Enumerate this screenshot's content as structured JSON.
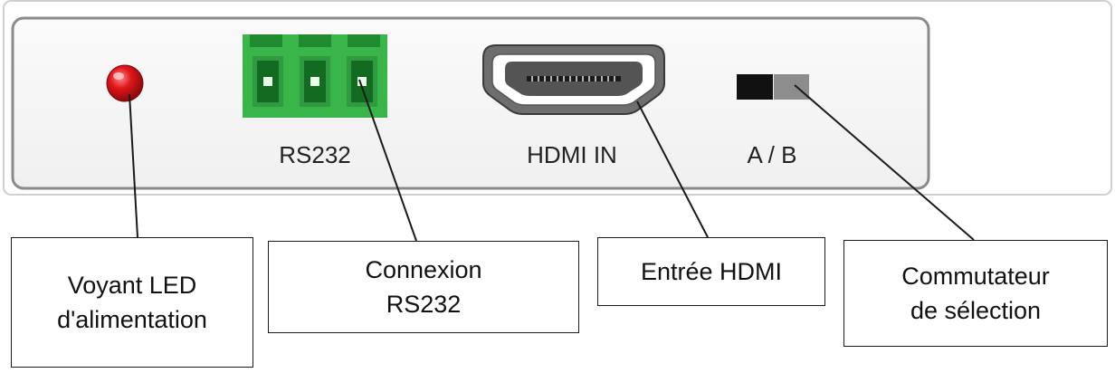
{
  "panel": {
    "port_labels": {
      "rs232": "RS232",
      "hdmi_in": "HDMI IN",
      "switch": "A / B"
    }
  },
  "callouts": {
    "led": {
      "line1": "Voyant LED",
      "line2": "d'alimentation"
    },
    "rs232": {
      "line1": "Connexion",
      "line2": "RS232"
    },
    "hdmi": {
      "line1": "Entrée HDMI"
    },
    "switch": {
      "line1": "Commutateur",
      "line2": "de sélection"
    }
  },
  "colors": {
    "led": "#e0161b",
    "terminal_block": "#3ab54a",
    "panel_border": "#8a8a8a",
    "switch_dark": "#111111",
    "switch_light": "#8c8c8c"
  },
  "icons": {
    "led": "power-led-icon",
    "rs232": "terminal-block-icon",
    "hdmi": "hdmi-port-icon",
    "switch": "slide-switch-icon"
  }
}
